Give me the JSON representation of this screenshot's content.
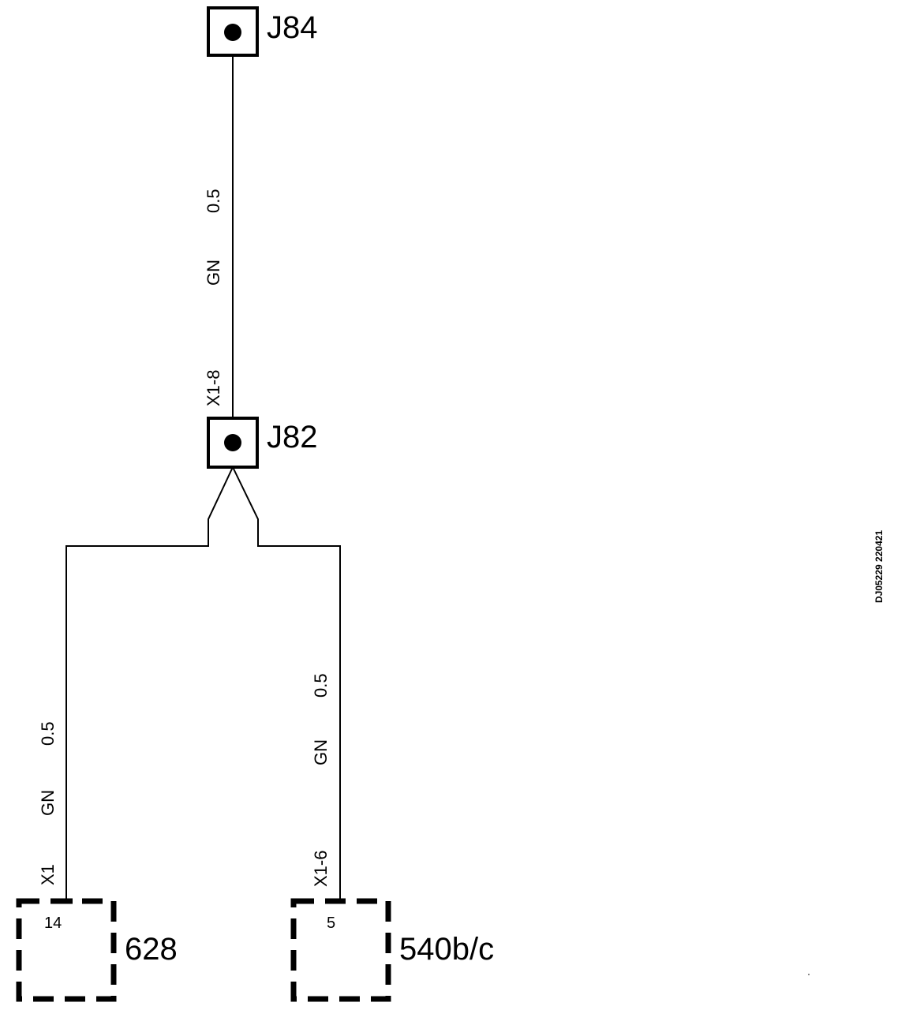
{
  "junctions": {
    "top": {
      "label": "J84"
    },
    "mid": {
      "label": "J82"
    }
  },
  "wire_top": {
    "size": "0.5",
    "color": "GN",
    "connector": "X1-8"
  },
  "wire_left": {
    "size": "0.5",
    "color": "GN",
    "connector": "X1"
  },
  "wire_right": {
    "size": "0.5",
    "color": "GN",
    "connector": "X1-6"
  },
  "components": {
    "left": {
      "label": "628",
      "pin": "14"
    },
    "right": {
      "label": "540b/c",
      "pin": "5"
    }
  },
  "drawing_ref": "DJ05229 220421"
}
